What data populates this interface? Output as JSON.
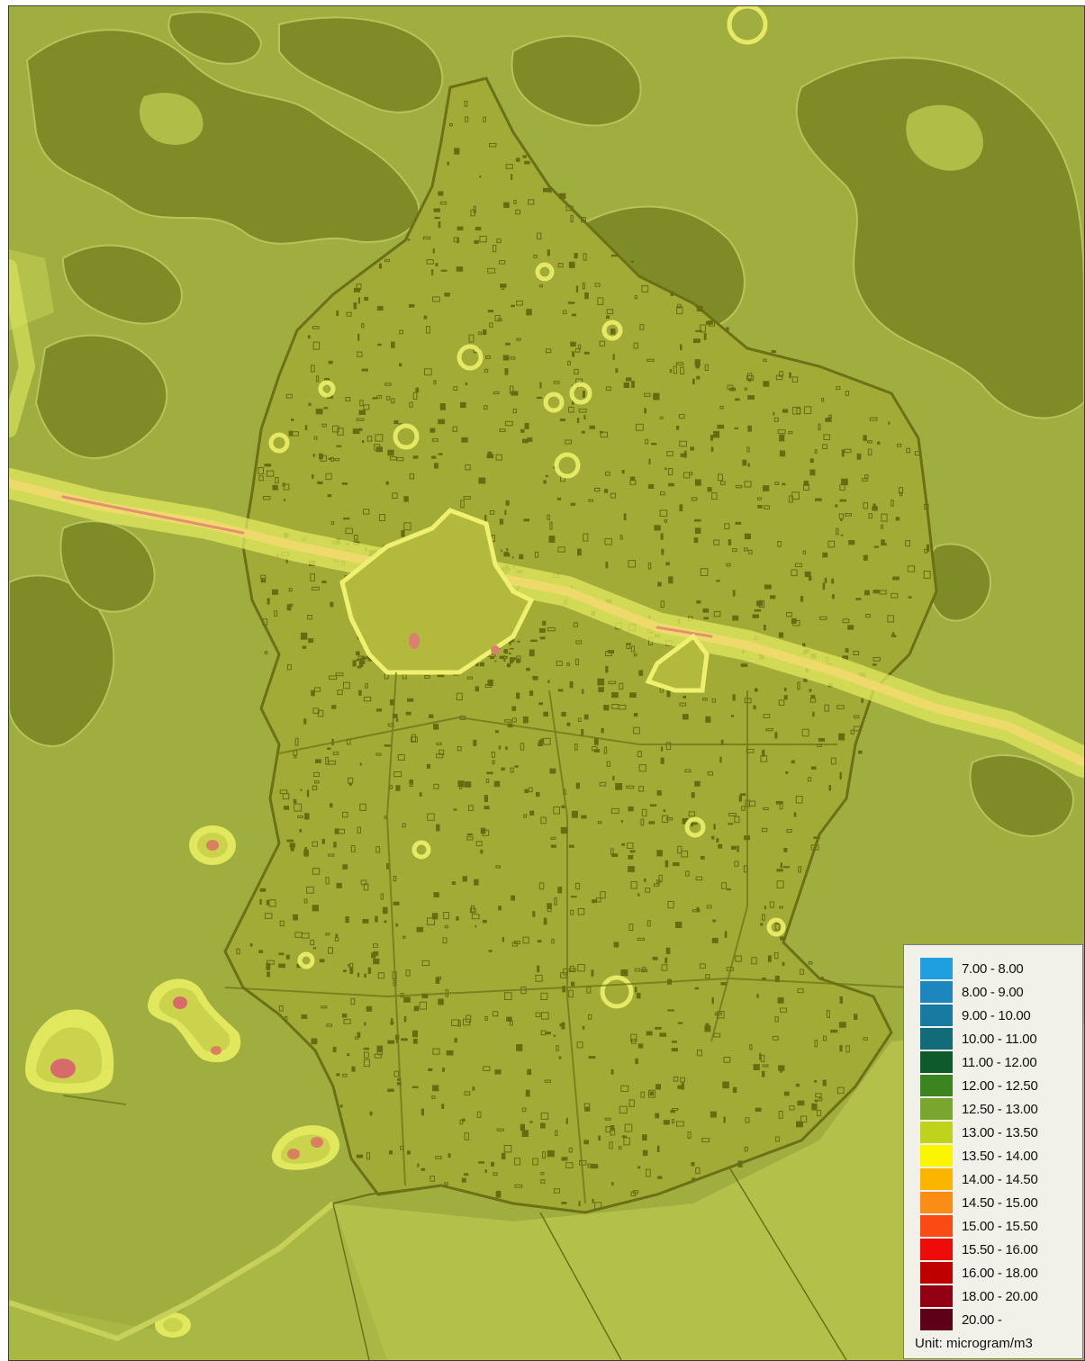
{
  "legend": {
    "classes": [
      {
        "label": "7.00 - 8.00",
        "color": "#1f9fe0"
      },
      {
        "label": "8.00 - 9.00",
        "color": "#1d86bf"
      },
      {
        "label": "9.00 - 10.00",
        "color": "#177aa0"
      },
      {
        "label": "10.00 - 11.00",
        "color": "#116b78"
      },
      {
        "label": "11.00 - 12.00",
        "color": "#0e5a2c"
      },
      {
        "label": "12.00 - 12.50",
        "color": "#3c8420"
      },
      {
        "label": "12.50 - 13.00",
        "color": "#7aa52e"
      },
      {
        "label": "13.00 - 13.50",
        "color": "#bfd31d"
      },
      {
        "label": "13.50 - 14.00",
        "color": "#fbf500"
      },
      {
        "label": "14.00 - 14.50",
        "color": "#fbb400"
      },
      {
        "label": "14.50 - 15.00",
        "color": "#fb8c16"
      },
      {
        "label": "15.00 - 15.50",
        "color": "#fb4a14"
      },
      {
        "label": "15.50 - 16.00",
        "color": "#f00b0b"
      },
      {
        "label": "16.00 - 18.00",
        "color": "#c00000"
      },
      {
        "label": "18.00 - 20.00",
        "color": "#930014"
      },
      {
        "label": "20.00 -",
        "color": "#5e0018"
      }
    ],
    "unit": "Unit: microgram/m3"
  },
  "colors": {
    "background": "#9fae3e",
    "forest": "#7f8b26",
    "light_field": "#b6c34d",
    "city": "#aeb53a",
    "road_glow": "#e2e85e",
    "road_core": "#f2d15e",
    "hotspot": "#d96a6a",
    "sea": "#a9b845",
    "building": "#676b12"
  },
  "map": {
    "features": [
      {
        "name": "forest-north",
        "kind": "forest"
      },
      {
        "name": "forest-northeast",
        "kind": "forest"
      },
      {
        "name": "forest-west",
        "kind": "forest"
      },
      {
        "name": "municipal-area",
        "kind": "urban"
      },
      {
        "name": "city-centre",
        "kind": "urban"
      },
      {
        "name": "highway",
        "kind": "road"
      },
      {
        "name": "pollution-hotspots",
        "kind": "hotspot"
      },
      {
        "name": "coastline",
        "kind": "coast"
      }
    ]
  }
}
